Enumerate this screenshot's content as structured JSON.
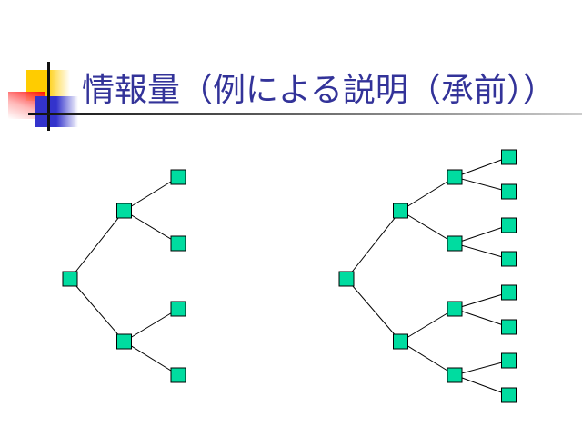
{
  "title": "情報量（例による説明（承前））",
  "node_color": "#00dca0",
  "trees": [
    {
      "name": "two-level-tree",
      "depth": 2,
      "branching": 2
    },
    {
      "name": "three-level-tree",
      "depth": 3,
      "branching": 2
    }
  ]
}
